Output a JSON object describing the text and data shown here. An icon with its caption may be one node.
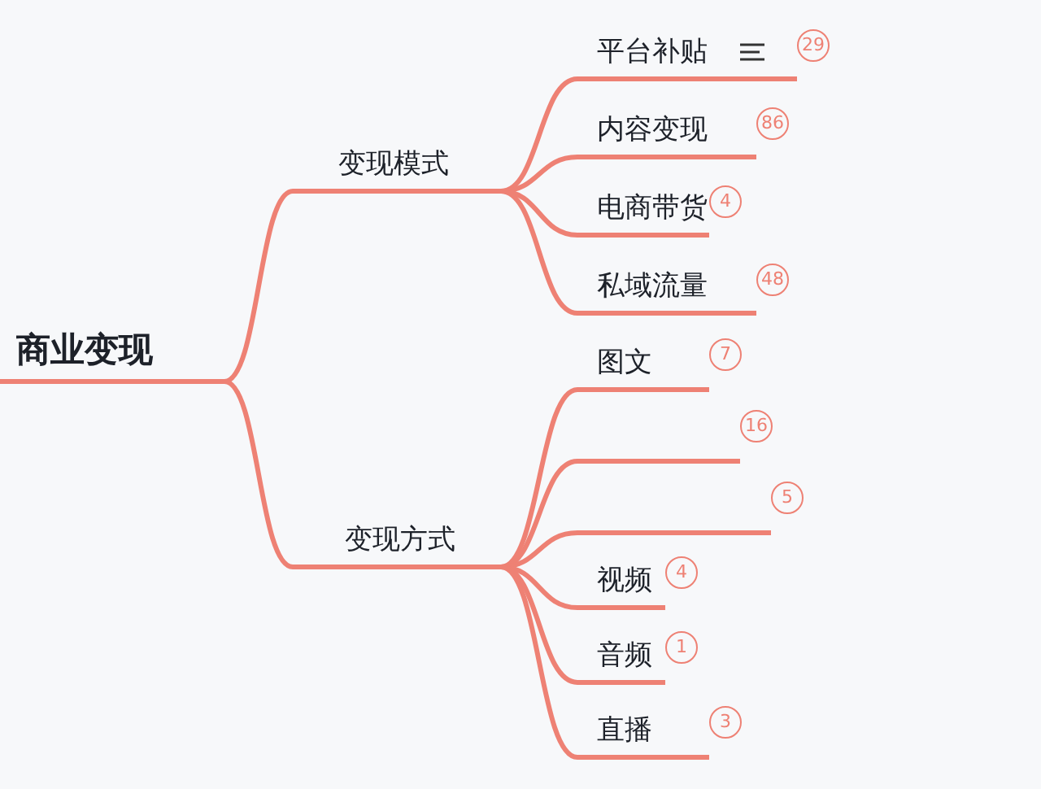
{
  "diagram": {
    "nodes": [
      {
        "text": [
          "商业变现"
        ]
      },
      {
        "text": [
          "变现模式"
        ]
      },
      {
        "text": [
          "变现方式"
        ]
      },
      {
        "text": [
          "平台补贴"
        ],
        "beside": [
          "29"
        ]
      },
      {
        "text": [
          "内容变现"
        ],
        "beside": [
          "86"
        ]
      },
      {
        "text": [
          "电商带货"
        ],
        "beside": [
          "4"
        ]
      },
      {
        "text": [
          "私域流量"
        ],
        "beside": [
          "48"
        ]
      },
      {
        "text": [
          "图文"
        ],
        "beside": [
          "7"
        ]
      },
      {
        "text": [],
        "shape": "bar",
        "beside": [
          "16"
        ]
      },
      {
        "text": [],
        "shape": "bar",
        "beside": [
          "5"
        ]
      },
      {
        "text": [
          "视频"
        ],
        "beside": [
          "4"
        ]
      },
      {
        "text": [
          "音频"
        ],
        "beside": [
          "1"
        ]
      },
      {
        "text": [
          "直播"
        ],
        "beside": [
          "3"
        ]
      }
    ],
    "edges": [
      {
        "from": 0,
        "to": 1,
        "arrow": "none"
      },
      {
        "from": 0,
        "to": 2,
        "arrow": "none"
      },
      {
        "from": 1,
        "to": 3,
        "arrow": "none"
      },
      {
        "from": 1,
        "to": 4,
        "arrow": "none"
      },
      {
        "from": 1,
        "to": 5,
        "arrow": "none"
      },
      {
        "from": 1,
        "to": 6,
        "arrow": "none"
      },
      {
        "from": 2,
        "to": 7,
        "arrow": "none"
      },
      {
        "from": 2,
        "to": 8,
        "arrow": "none"
      },
      {
        "from": 2,
        "to": 9,
        "arrow": "none"
      },
      {
        "from": 2,
        "to": 10,
        "arrow": "none"
      },
      {
        "from": 2,
        "to": 11,
        "arrow": "none"
      },
      {
        "from": 2,
        "to": 12,
        "arrow": "none"
      }
    ]
  }
}
